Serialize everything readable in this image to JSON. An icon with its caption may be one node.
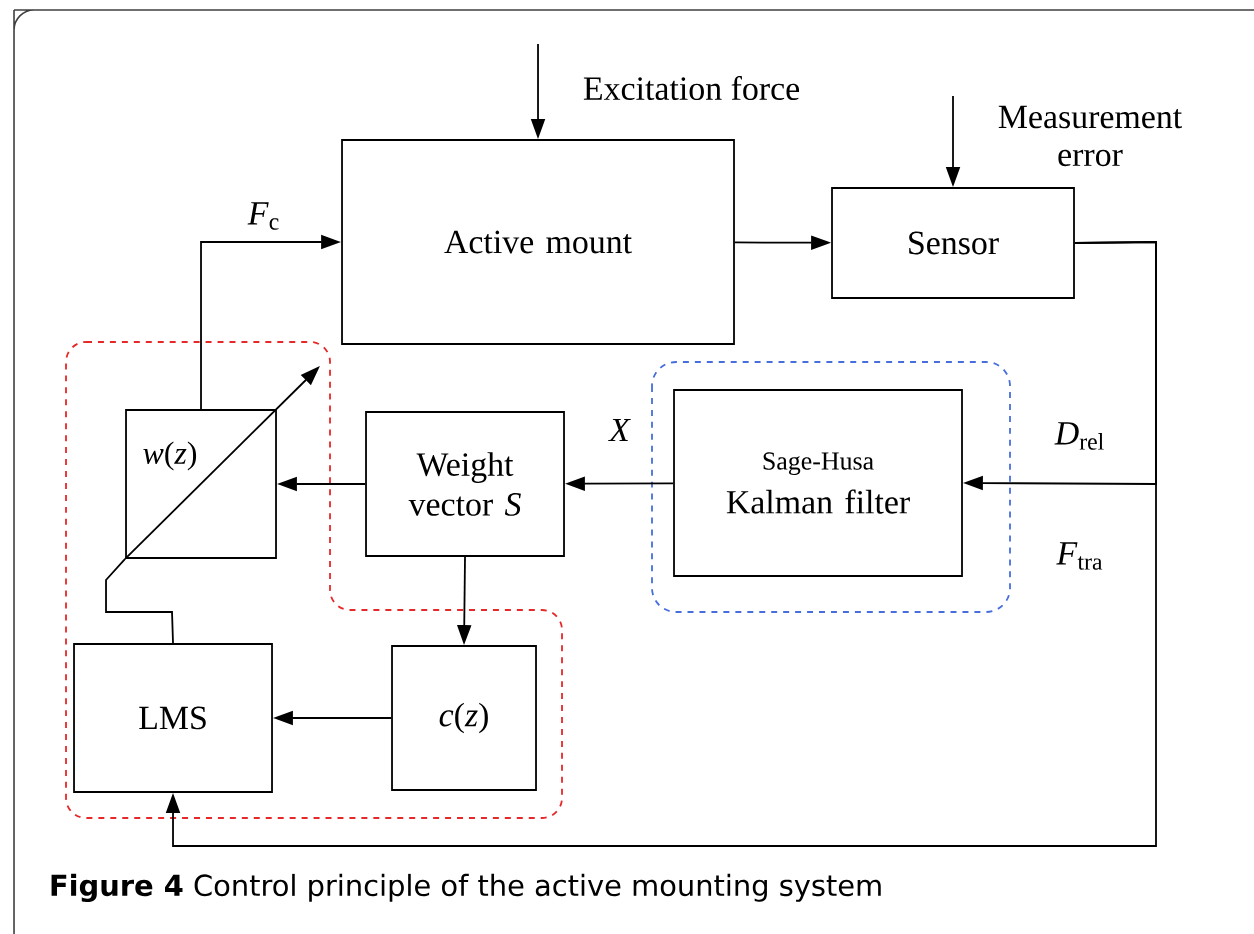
{
  "diagram": {
    "caption": "**Figure 4** Control principle of the active mounting system",
    "nodes": [
      {
        "text": [
          "Active mount"
        ]
      },
      {
        "text": [
          "Sensor"
        ]
      },
      {
        "text": [
          "*w*(*z*)"
        ]
      },
      {
        "text": [
          "Weight vector *S*"
        ]
      },
      {
        "text": [
          "Sage-Husa",
          "Kalman filter"
        ]
      },
      {
        "text": [
          "*c*(*z*)"
        ]
      },
      {
        "text": [
          "LMS"
        ]
      }
    ],
    "edges": [
      {
        "from": null,
        "to": 0,
        "arrow": "to",
        "label": "Excitation force"
      },
      {
        "from": null,
        "to": 1,
        "arrow": "to",
        "label": "Measurement error"
      },
      {
        "from": 0,
        "to": 1,
        "arrow": "to"
      },
      {
        "from": 2,
        "to": 0,
        "arrow": "to",
        "label": "*F*$_{c}$"
      },
      {
        "from": 1,
        "to": 4,
        "arrow": "to",
        "label": "*D*$_{rel}$"
      },
      {
        "from": 1,
        "to": 6,
        "arrow": "to",
        "label": "*F*$_{tra}$"
      },
      {
        "from": 4,
        "to": 3,
        "arrow": "to",
        "label": "*X*"
      },
      {
        "from": 3,
        "to": 2,
        "arrow": "to"
      },
      {
        "from": 3,
        "to": 5,
        "arrow": "to"
      },
      {
        "from": 5,
        "to": 6,
        "arrow": "to"
      },
      {
        "from": 6,
        "to": 2,
        "arrow": "none"
      }
    ]
  }
}
